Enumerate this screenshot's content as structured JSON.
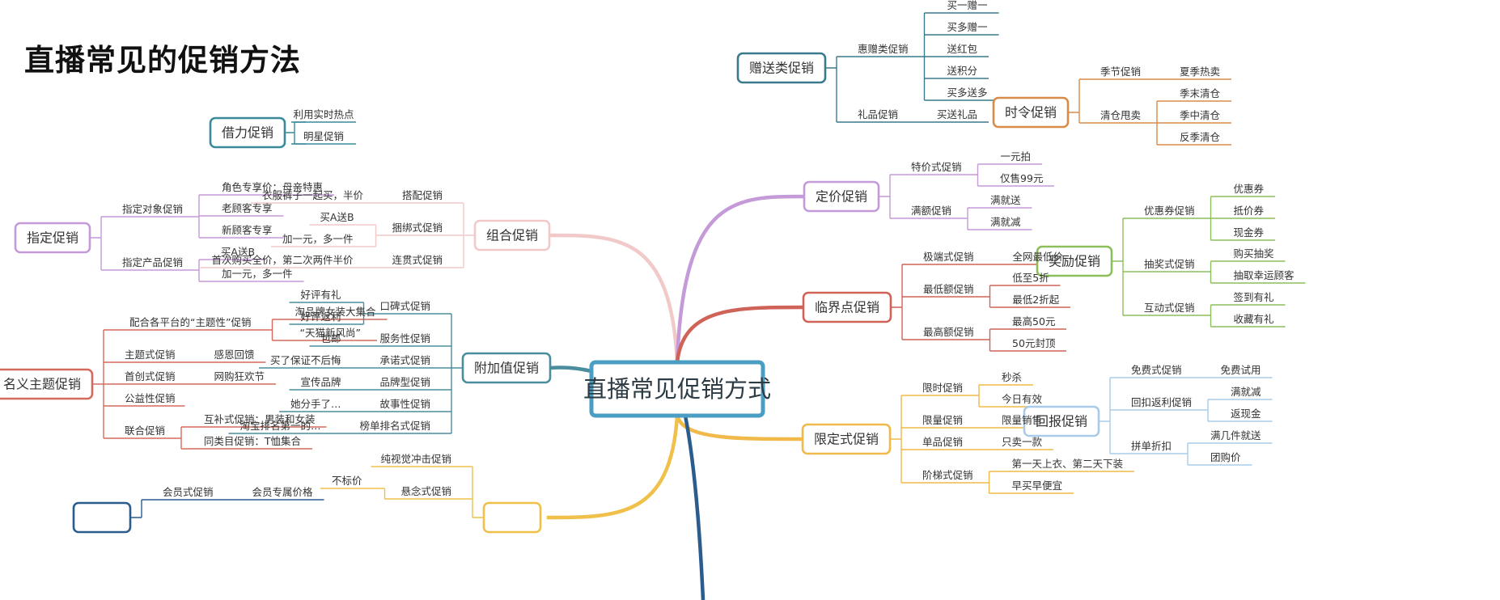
{
  "title": "直播常见的促销方法",
  "root": {
    "label": "直播常见促销方式",
    "color": "#4a9dc3"
  },
  "topics": [
    {
      "id": "zengsong",
      "label": "赠送类促销",
      "color": "#3a7a8c",
      "children": [
        {
          "label": "惠赠类促销",
          "children": [
            {
              "label": "买一赠一"
            },
            {
              "label": "买多赠一"
            },
            {
              "label": "送红包"
            },
            {
              "label": "送积分"
            },
            {
              "label": "买多送多"
            }
          ]
        },
        {
          "label": "礼品促销",
          "children": [
            {
              "label": "买送礼品"
            }
          ]
        }
      ]
    },
    {
      "id": "shiling",
      "label": "时令促销",
      "color": "#d98b4a",
      "children": [
        {
          "label": "季节促销",
          "children": [
            {
              "label": "夏季热卖"
            }
          ]
        },
        {
          "label": "清仓甩卖",
          "children": [
            {
              "label": "季末清仓"
            },
            {
              "label": "季中清仓"
            },
            {
              "label": "反季清仓"
            }
          ]
        }
      ]
    },
    {
      "id": "jieli",
      "label": "借力促销",
      "color": "#3a8a9a",
      "children": [
        {
          "label": "利用实时热点"
        },
        {
          "label": "明星促销"
        }
      ]
    },
    {
      "id": "zhiding",
      "label": "指定促销",
      "color": "#c59ad8",
      "children": [
        {
          "label": "指定对象促销",
          "children": [
            {
              "label": "角色专享价：母亲特惠"
            },
            {
              "label": "老顾客专享"
            },
            {
              "label": "新顾客专享"
            }
          ]
        },
        {
          "label": "指定产品促销",
          "children": [
            {
              "label": "买A送B"
            },
            {
              "label": "加一元，多一件"
            }
          ]
        }
      ]
    },
    {
      "id": "zuhe",
      "label": "组合促销",
      "color": "#f2c9c9",
      "children": [
        {
          "label": "搭配促销",
          "children": [
            {
              "label": "衣服裤子一起买，半价"
            }
          ]
        },
        {
          "label": "捆绑式促销",
          "children": [
            {
              "label": "买A送B"
            },
            {
              "label": "加一元，多一件"
            }
          ]
        },
        {
          "label": "连贯式促销",
          "children": [
            {
              "label": "首次购买全价，第二次两件半价"
            }
          ]
        }
      ]
    },
    {
      "id": "mingyi",
      "label": "名义主题促销",
      "color": "#d46a5e",
      "children": [
        {
          "label": "配合各平台的“主题性”促销",
          "children": [
            {
              "label": "淘品牌女装大集合"
            },
            {
              "label": "“天猫新风尚”"
            }
          ]
        },
        {
          "label": "主题式促销",
          "children": [
            {
              "label": "感恩回馈"
            }
          ]
        },
        {
          "label": "首创式促销",
          "children": [
            {
              "label": "网购狂欢节"
            }
          ]
        },
        {
          "label": "公益性促销",
          "children": []
        },
        {
          "label": "联合促销",
          "children": [
            {
              "label": "互补式促销：男装和女装"
            },
            {
              "label": "同类目促销：T恤集合"
            }
          ]
        }
      ]
    },
    {
      "id": "fujiazhi",
      "label": "附加值促销",
      "color": "#4a8d9c",
      "children": [
        {
          "label": "口碑式促销",
          "children": [
            {
              "label": "好评有礼"
            },
            {
              "label": "好评返利"
            }
          ]
        },
        {
          "label": "服务性促销",
          "children": [
            {
              "label": "包邮"
            }
          ]
        },
        {
          "label": "承诺式促销",
          "children": [
            {
              "label": "买了保证不后悔"
            }
          ]
        },
        {
          "label": "品牌型促销",
          "children": [
            {
              "label": "宣传品牌"
            }
          ]
        },
        {
          "label": "故事性促销",
          "children": [
            {
              "label": "她分手了…"
            }
          ]
        },
        {
          "label": "榜单排名式促销",
          "children": [
            {
              "label": "淘宝排名第一的…"
            }
          ]
        }
      ]
    },
    {
      "id": "dingjia",
      "label": "定价促销",
      "color": "#c59ad8",
      "children": [
        {
          "label": "特价式促销",
          "children": [
            {
              "label": "一元拍"
            },
            {
              "label": "仅售99元"
            }
          ]
        },
        {
          "label": "满额促销",
          "children": [
            {
              "label": "满就送"
            },
            {
              "label": "满就减"
            }
          ]
        }
      ]
    },
    {
      "id": "jiangli",
      "label": "奖励促销",
      "color": "#8bbf5a",
      "children": [
        {
          "label": "优惠券促销",
          "children": [
            {
              "label": "优惠券"
            },
            {
              "label": "抵价券"
            },
            {
              "label": "现金券"
            }
          ]
        },
        {
          "label": "抽奖式促销",
          "children": [
            {
              "label": "购买抽奖"
            },
            {
              "label": "抽取幸运顾客"
            }
          ]
        },
        {
          "label": "互动式促销",
          "children": [
            {
              "label": "签到有礼"
            },
            {
              "label": "收藏有礼"
            }
          ]
        }
      ]
    },
    {
      "id": "linjie",
      "label": "临界点促销",
      "color": "#cf6358",
      "children": [
        {
          "label": "极端式促销",
          "children": [
            {
              "label": "全网最低价"
            }
          ]
        },
        {
          "label": "最低额促销",
          "children": [
            {
              "label": "低至5折"
            },
            {
              "label": "最低2折起"
            }
          ]
        },
        {
          "label": "最高额促销",
          "children": [
            {
              "label": "最高50元"
            },
            {
              "label": "50元封顶"
            }
          ]
        }
      ]
    },
    {
      "id": "huibao",
      "label": "回报促销",
      "color": "#a9cbe9",
      "children": [
        {
          "label": "免费式促销",
          "children": [
            {
              "label": "免费试用"
            }
          ]
        },
        {
          "label": "回扣返利促销",
          "children": [
            {
              "label": "满就减"
            },
            {
              "label": "返现金"
            }
          ]
        },
        {
          "label": "拼单折扣",
          "children": [
            {
              "label": "满几件就送"
            },
            {
              "label": "团购价"
            }
          ]
        }
      ]
    },
    {
      "id": "xianding",
      "label": "限定式促销",
      "color": "#f0b94a",
      "children": [
        {
          "label": "限时促销",
          "children": [
            {
              "label": "秒杀"
            },
            {
              "label": "今日有效"
            }
          ]
        },
        {
          "label": "限量促销",
          "children": [
            {
              "label": "限量销售"
            }
          ]
        },
        {
          "label": "单品促销",
          "children": [
            {
              "label": "只卖一款"
            }
          ]
        },
        {
          "label": "阶梯式促销",
          "children": [
            {
              "label": "第一天上衣、第二天下装"
            },
            {
              "label": "早买早便宜"
            }
          ]
        }
      ]
    },
    {
      "id": "xuanyi",
      "label": "",
      "color": "#f0c04a",
      "children": [
        {
          "label": "纯视觉冲击促销",
          "children": []
        },
        {
          "label": "悬念式促销",
          "children": [
            {
              "label": "不标价"
            }
          ]
        }
      ]
    },
    {
      "id": "huiyuan",
      "label": "",
      "color": "#2a5c8e",
      "children": [
        {
          "label": "会员式促销",
          "children": [
            {
              "label": "会员专属价格"
            }
          ]
        }
      ]
    }
  ]
}
